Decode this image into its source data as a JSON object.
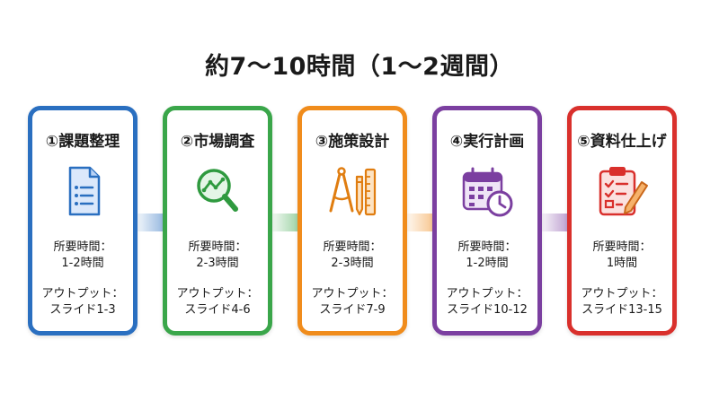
{
  "title": "約7〜10時間（1〜2週間）",
  "steps": [
    {
      "title": "①課題整理",
      "time_label": "所要時間：",
      "time": "1-2時間",
      "output_label": "アウトプット：",
      "output": "スライド1-3",
      "color": "#2a6fc0",
      "icon": "document-icon"
    },
    {
      "title": "②市場調査",
      "time_label": "所要時間：",
      "time": "2-3時間",
      "output_label": "アウトプット：",
      "output": "スライド4-6",
      "color": "#3aa64a",
      "icon": "magnifier-chart-icon"
    },
    {
      "title": "③施策設計",
      "time_label": "所要時間：",
      "time": "2-3時間",
      "output_label": "アウトプット：",
      "output": "スライド7-9",
      "color": "#f08c1c",
      "icon": "drafting-tools-icon"
    },
    {
      "title": "④実行計画",
      "time_label": "所要時間：",
      "time": "1-2時間",
      "output_label": "アウトプット：",
      "output": "スライド10-12",
      "color": "#7b3fa0",
      "icon": "calendar-clock-icon"
    },
    {
      "title": "⑤資料仕上げ",
      "time_label": "所要時間：",
      "time": "1時間",
      "output_label": "アウトプット：",
      "output": "スライド13-15",
      "color": "#d9302c",
      "icon": "clipboard-pencil-icon"
    }
  ]
}
